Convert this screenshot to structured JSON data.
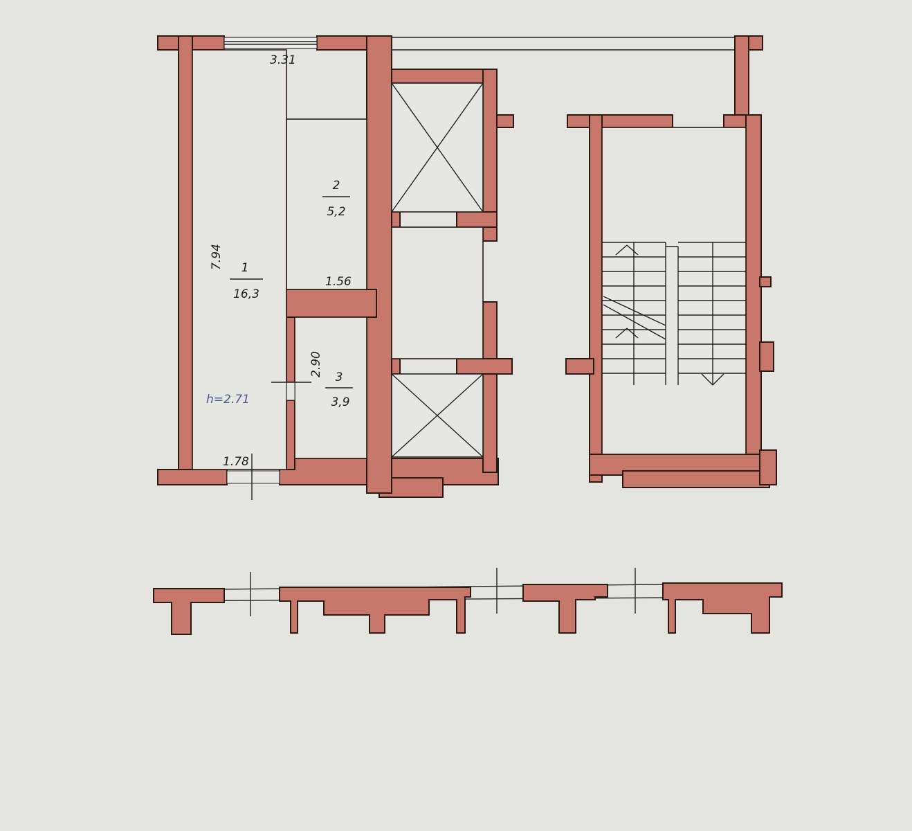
{
  "colors": {
    "wall": "#c8786a",
    "background": "#e4e4e0",
    "line": "#2a1a16",
    "height_label": "#4a5a8a"
  },
  "rooms": [
    {
      "number": "1",
      "area": "16,3"
    },
    {
      "number": "2",
      "area": "5,2"
    },
    {
      "number": "3",
      "area": "3,9"
    }
  ],
  "dimensions": {
    "top_width": "3.31",
    "room1_length": "7.94",
    "room2_width": "1.56",
    "room3_length": "2.90",
    "entry_width": "1.78"
  },
  "ceiling_height": "h=2.71",
  "icons": [
    "elevator-shaft-x",
    "elevator-shaft-x",
    "staircase-up-arrow",
    "staircase-down-arrow"
  ]
}
